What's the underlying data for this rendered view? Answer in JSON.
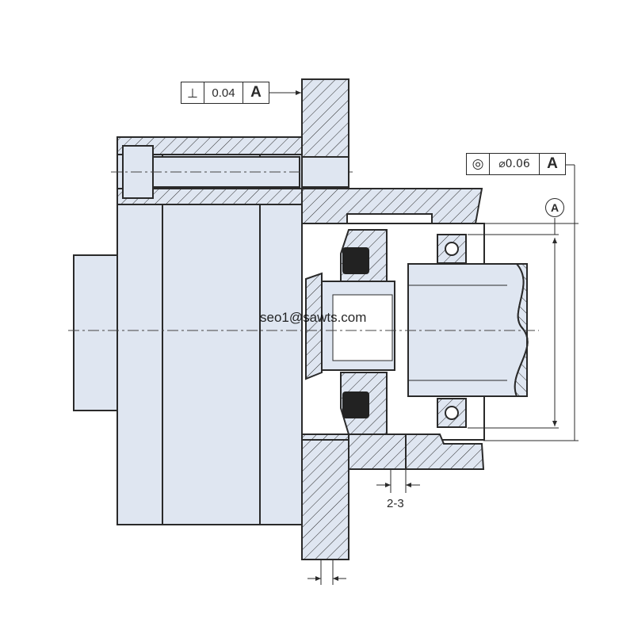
{
  "perpendicularity_frame": {
    "symbol": "⊥",
    "tolerance": "0.04",
    "datum": "A"
  },
  "concentricity_frame": {
    "symbol": "◎",
    "tolerance": "⌀0.06",
    "datum": "A"
  },
  "datum_marker": {
    "label": "A"
  },
  "dimension_gap": {
    "label": "2-3"
  },
  "watermark": {
    "text": "seo1@sawts.com"
  },
  "colors": {
    "body": "#dfe6f1",
    "line": "#2a2a2a",
    "background": "#ffffff"
  }
}
